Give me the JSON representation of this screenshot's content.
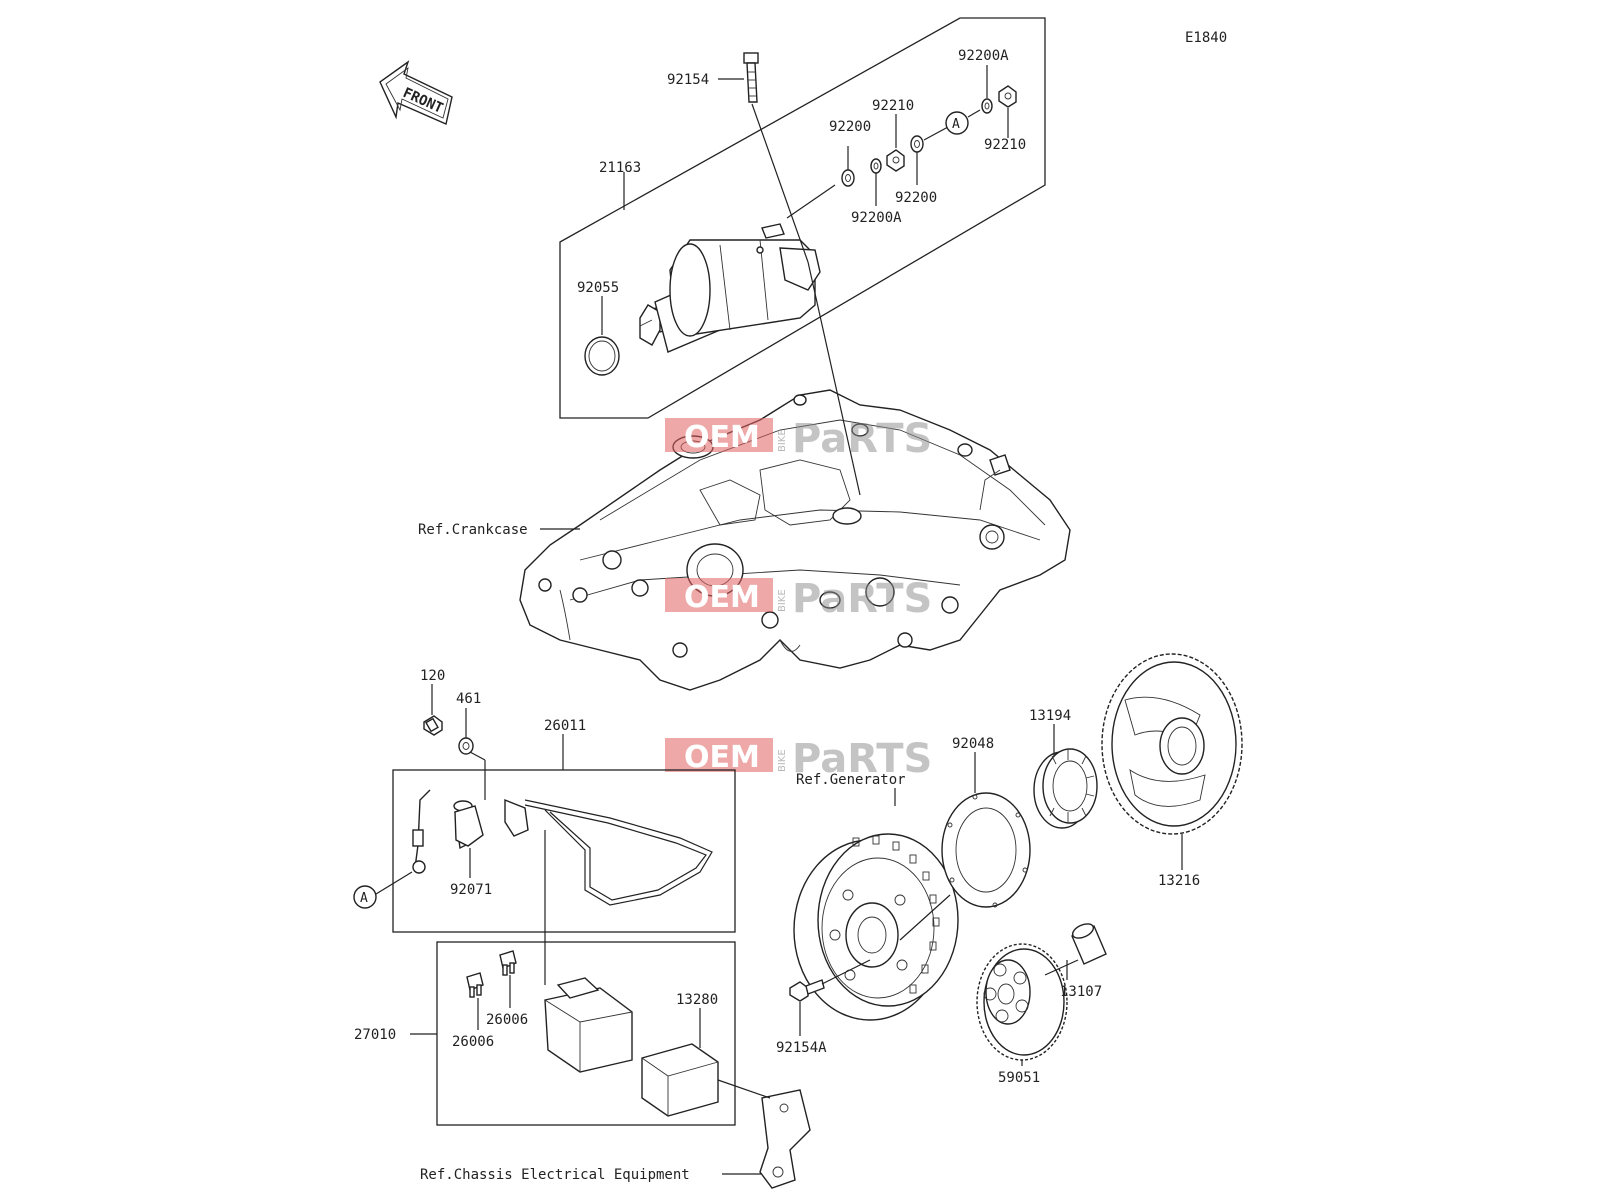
{
  "diagram": {
    "code": "E1840",
    "front_arrow": "FRONT",
    "watermark": {
      "left": "OEM",
      "bike": "BIKE",
      "right": "PaRTS"
    },
    "refs": {
      "crankcase": "Ref.Crankcase",
      "generator": "Ref.Generator",
      "chassis": "Ref.Chassis Electrical Equipment"
    },
    "callout_a": "A",
    "parts": [
      "92154",
      "92200A",
      "92210",
      "92200",
      "21163",
      "92200",
      "92210",
      "92200A",
      "92200",
      "92055",
      "120",
      "461",
      "26011",
      "92071",
      "92048",
      "13194",
      "13216",
      "26006",
      "26006",
      "27010",
      "13280",
      "92154A",
      "59051",
      "13107"
    ]
  }
}
